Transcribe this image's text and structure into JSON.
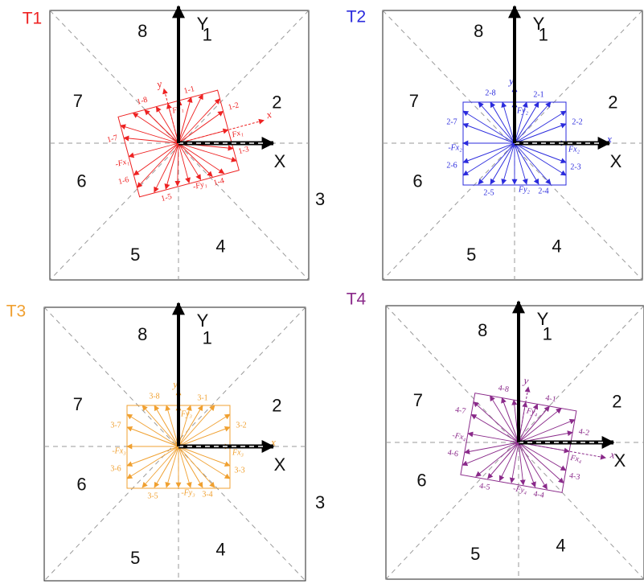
{
  "axes": {
    "x_label": "X",
    "y_label": "Y"
  },
  "octant_labels": [
    "1",
    "2",
    "3",
    "4",
    "5",
    "6",
    "7",
    "8"
  ],
  "panels": [
    {
      "id": "T1",
      "title": "T1",
      "color": "#ee2222",
      "rotation_deg": 15,
      "body_x": "x",
      "body_y": "y",
      "vector_labels": [
        "1-1",
        "1-2",
        "1-3",
        "1-4",
        "1-5",
        "1-6",
        "1-7",
        "1-8"
      ],
      "force_labels": {
        "fx": "Fx₁",
        "neg_fx": "-Fx₁",
        "fy": "Fy₁",
        "neg_fy": "-Fy₁"
      }
    },
    {
      "id": "T2",
      "title": "T2",
      "color": "#2b2bdd",
      "rotation_deg": 0,
      "body_x": "x",
      "body_y": "y",
      "vector_labels": [
        "2-1",
        "2-2",
        "2-3",
        "2-4",
        "2-5",
        "2-6",
        "2-7",
        "2-8"
      ],
      "force_labels": {
        "fx": "Fx₂",
        "neg_fx": "-Fx₂",
        "fy": "Fy₂",
        "neg_fy": "Fy₂"
      }
    },
    {
      "id": "T3",
      "title": "T3",
      "color": "#f0a030",
      "rotation_deg": 0,
      "body_x": "x",
      "body_y": "y",
      "vector_labels": [
        "3-1",
        "3-2",
        "3-3",
        "3-4",
        "3-5",
        "3-6",
        "3-7",
        "3-8"
      ],
      "force_labels": {
        "fx": "Fx₃",
        "neg_fx": "-Fx₃",
        "fy": "Fy₃",
        "neg_fy": "-Fy₃"
      }
    },
    {
      "id": "T4",
      "title": "T4",
      "color": "#8a2a8a",
      "rotation_deg": -10,
      "body_x": "x",
      "body_y": "y",
      "vector_labels": [
        "4-1",
        "4-2",
        "4-3",
        "4-4",
        "4-5",
        "4-6",
        "4-7",
        "4-8"
      ],
      "force_labels": {
        "fx": "Fx₄",
        "neg_fx": "-Fx₄",
        "fy": "Fy₄",
        "neg_fy": "-Fy₄"
      }
    }
  ]
}
